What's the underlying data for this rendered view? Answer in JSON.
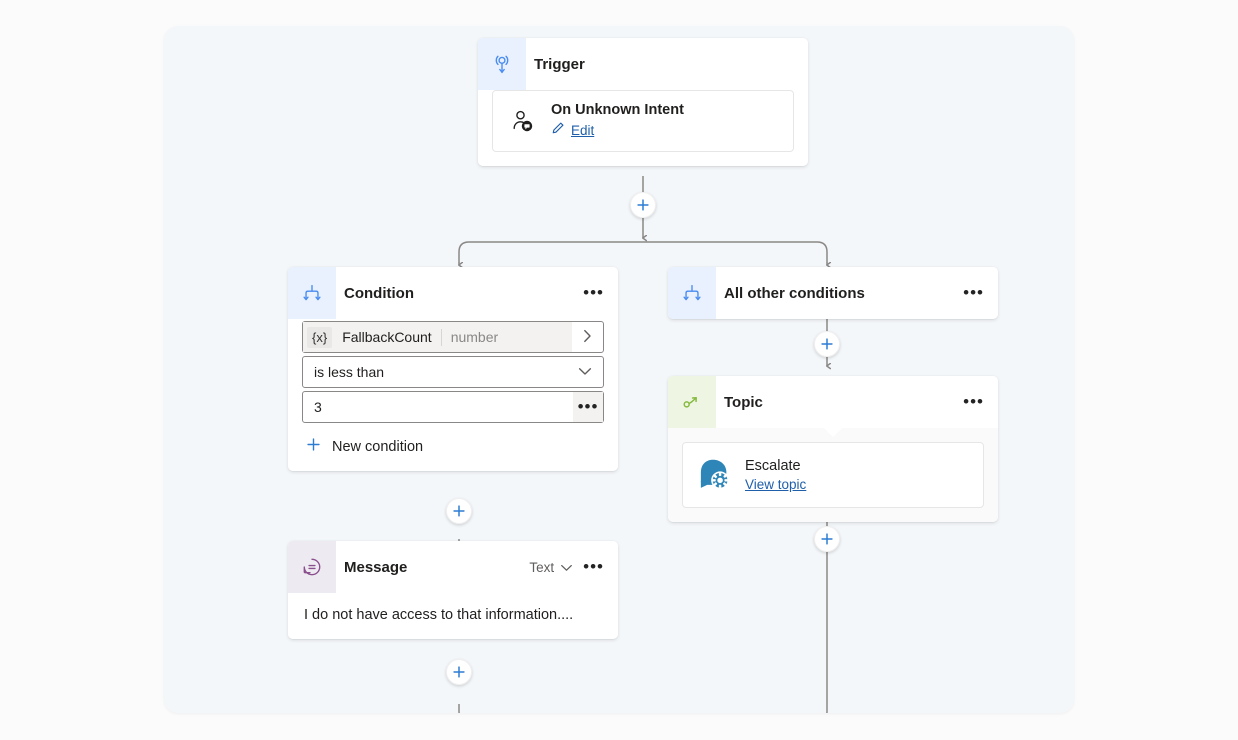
{
  "canvas": {
    "background": "#f4f7fa"
  },
  "colors": {
    "accent_blue": "#e8f1fd",
    "accent_green": "#eef5e3",
    "accent_purple": "#eeeaf1",
    "icon_blue": "#4a8cf0",
    "icon_green": "#86ba40",
    "icon_purple": "#8a4f8e",
    "link_blue": "#1f5fa9",
    "wire_gray": "#8a8886",
    "plus_blue": "#2b7cd3"
  },
  "nodes": {
    "trigger": {
      "title": "Trigger",
      "icon": "trigger-broadcast-icon",
      "item": {
        "name": "On Unknown Intent",
        "icon": "user-intent-icon",
        "action_label": "Edit",
        "action_icon": "pencil-icon"
      }
    },
    "condition": {
      "title": "Condition",
      "icon": "condition-branch-icon",
      "menu": "•••",
      "variable": {
        "badge": "{x}",
        "name": "FallbackCount",
        "type": "number",
        "chevron": "chevron-right-icon"
      },
      "operator": "is less than",
      "value": "3",
      "value_menu": "•••",
      "new_condition_label": "New condition"
    },
    "all_other_conditions": {
      "title": "All other conditions",
      "icon": "condition-branch-icon",
      "menu": "•••"
    },
    "topic": {
      "title": "Topic",
      "icon": "topic-arrow-icon",
      "menu": "•••",
      "item": {
        "name": "Escalate",
        "icon": "bot-gear-icon",
        "action_label": "View topic"
      }
    },
    "message": {
      "title": "Message",
      "icon": "message-bubble-icon",
      "type_selector": "Text",
      "type_chevron": "chevron-down-icon",
      "menu": "•••",
      "text": "I do not have access to that information...."
    }
  },
  "add_buttons": {
    "after_trigger": "+",
    "condition_to_message": "+",
    "after_message": "+",
    "other_to_topic": "+",
    "after_topic": "+"
  }
}
